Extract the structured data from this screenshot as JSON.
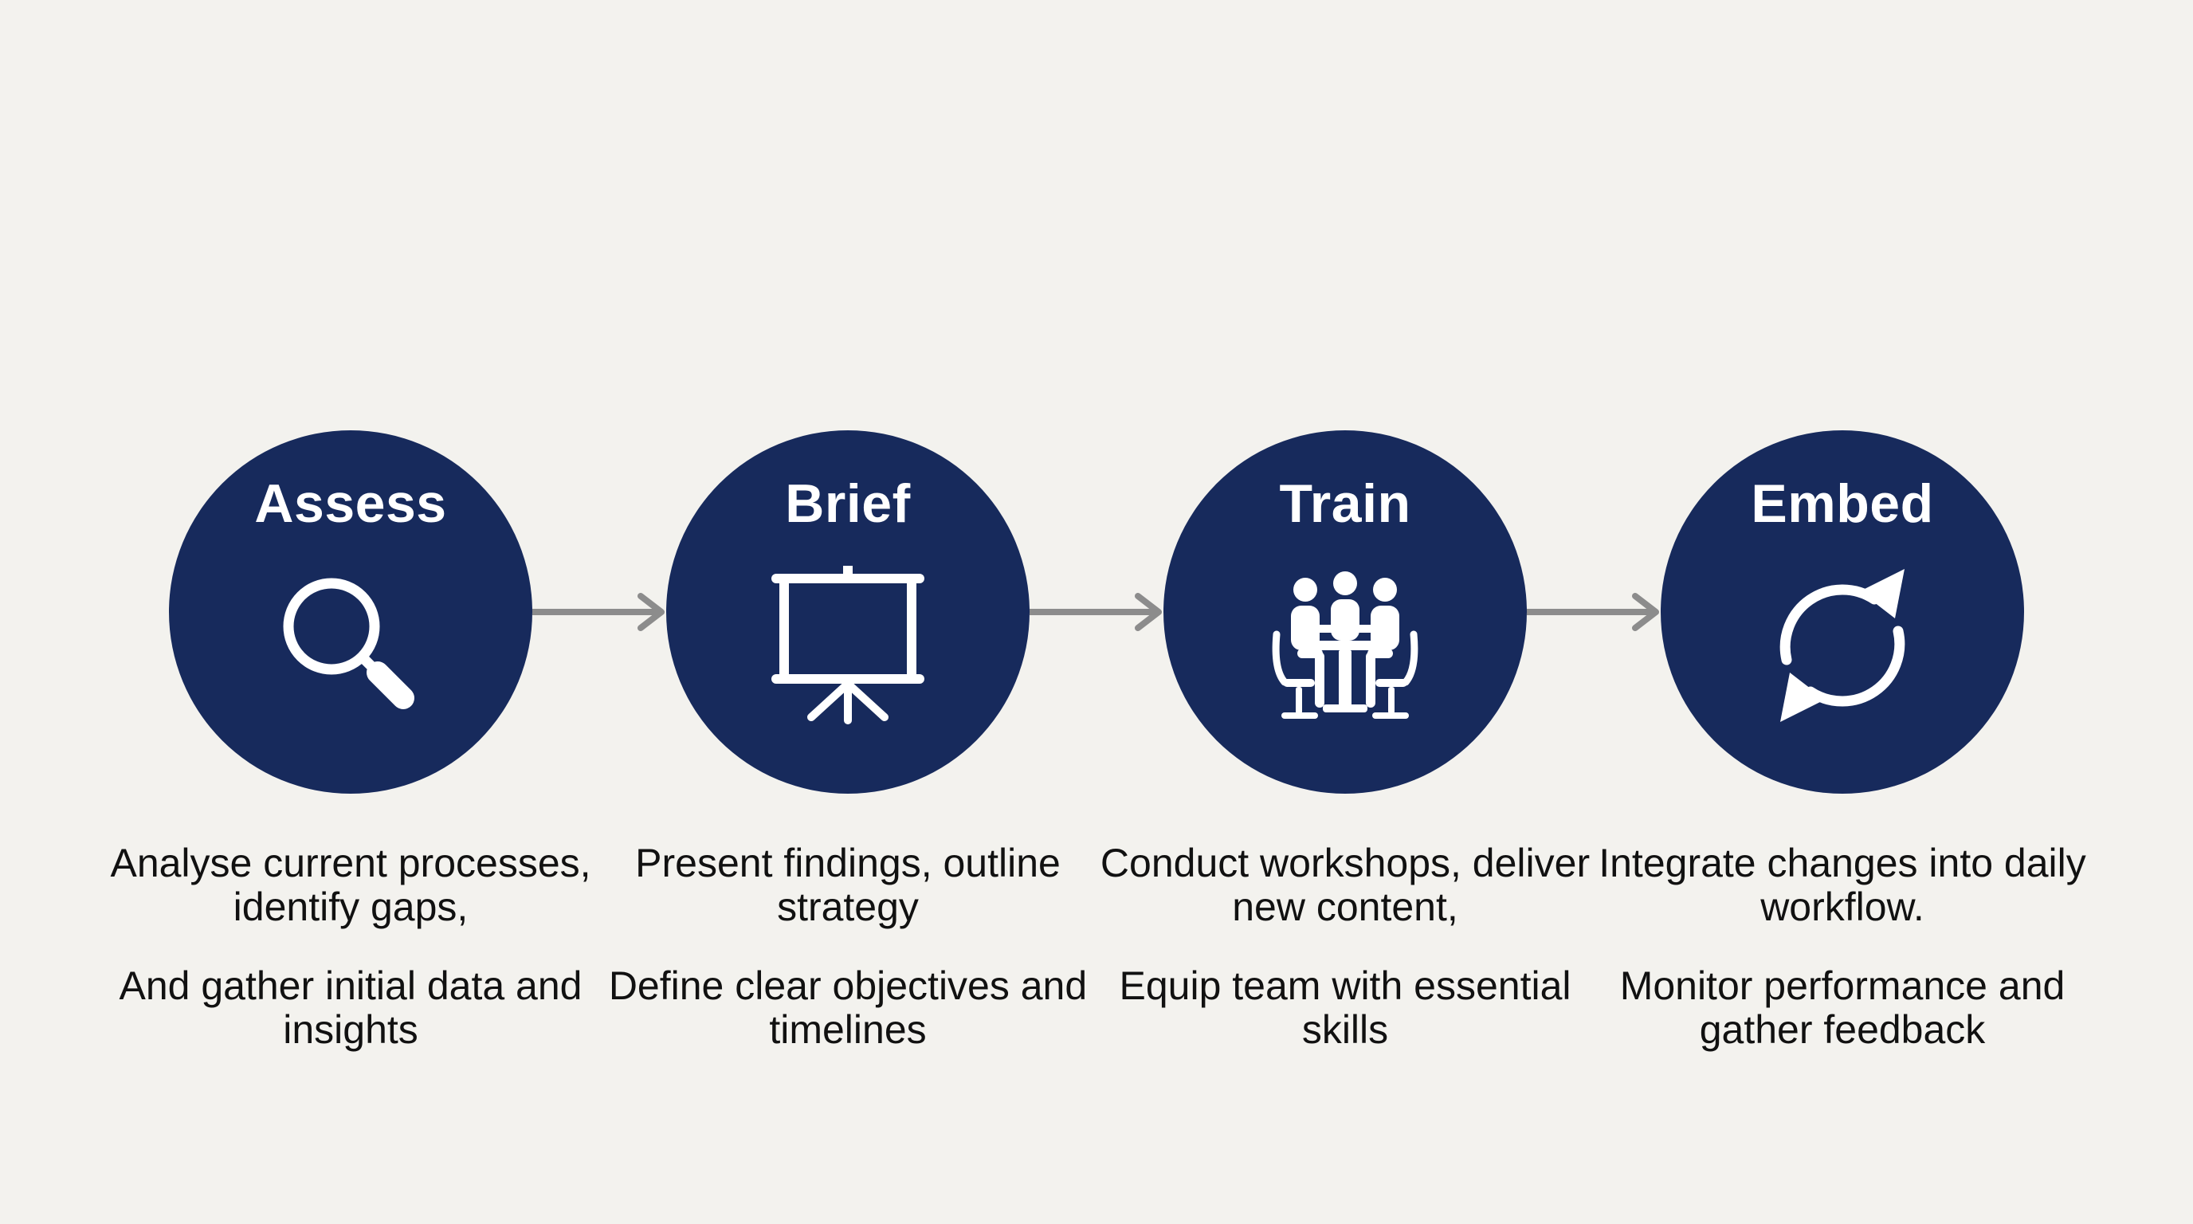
{
  "diagram": {
    "background_color": "#f3f2ee",
    "circle_color": "#172a5c",
    "arrow_color": "#8c8c8c",
    "steps": [
      {
        "title": "Assess",
        "icon": "magnifying-glass-icon",
        "text_1": "Analyse current processes, identify gaps,",
        "text_2": "And gather initial data and insights"
      },
      {
        "title": "Brief",
        "icon": "presentation-board-icon",
        "text_1": "Present findings, outline strategy",
        "text_2": "Define clear objectives and timelines"
      },
      {
        "title": "Train",
        "icon": "team-meeting-icon",
        "text_1": "Conduct workshops, deliver new content,",
        "text_2": "Equip team with essential skills"
      },
      {
        "title": "Embed",
        "icon": "refresh-cycle-icon",
        "text_1": "Integrate changes into daily workflow.",
        "text_2": "Monitor performance and gather feedback"
      }
    ]
  }
}
